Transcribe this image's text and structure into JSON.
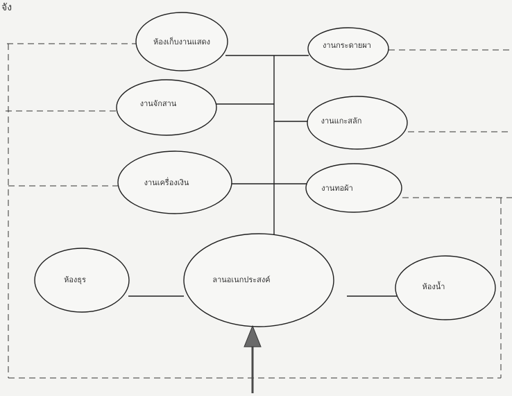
{
  "header_text": "จัง",
  "diagram": {
    "rooms": {
      "storage": "ห้องเก็บงานแสดง",
      "pottery": "งานกระดายผา",
      "weaving": "งานจักสาน",
      "woodcarving": "งานแกะสลัก",
      "metalwork": "งานเครื่องเงิน",
      "textile": "งานทอผ้า",
      "office": "ห้องธุร",
      "multipurpose": "ลานอเนกประสงค์",
      "restroom": "ห้องน้ำ"
    },
    "colors": {
      "line": "#1f1f1f",
      "dashed": "#333333",
      "arrow": "#6a6a6a"
    }
  }
}
